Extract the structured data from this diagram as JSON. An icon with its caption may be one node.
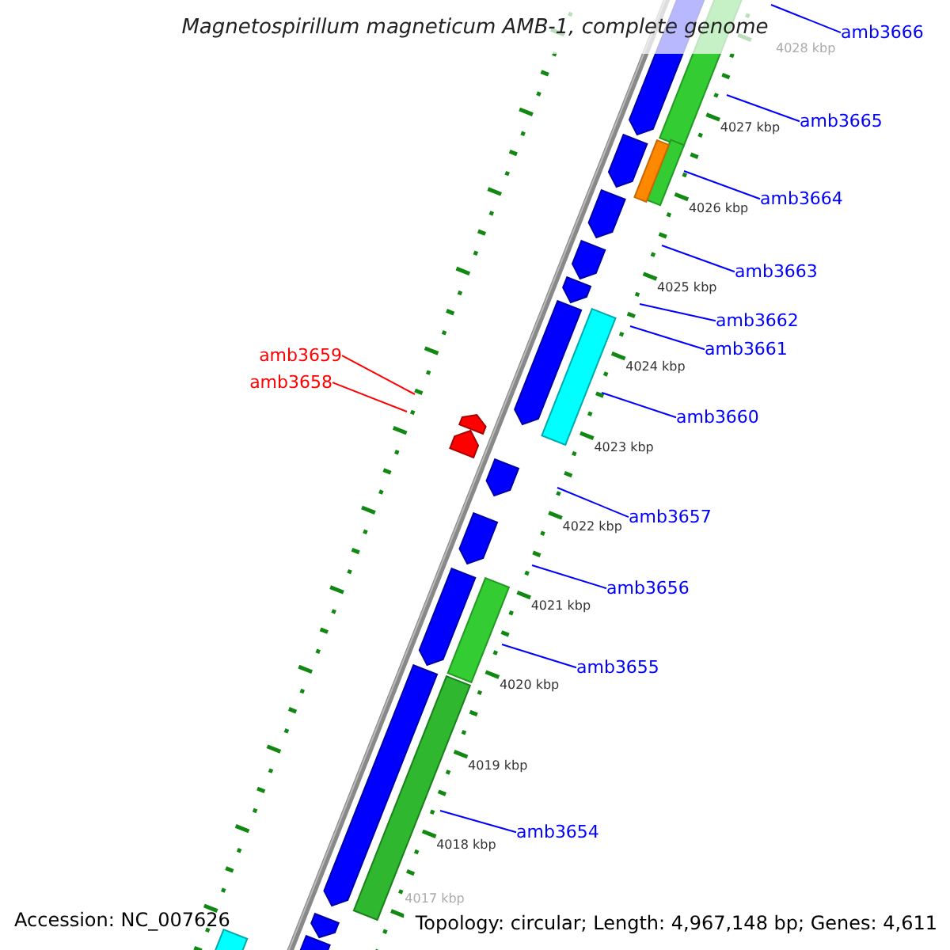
{
  "diagram": {
    "title": "Magnetospirillum magneticum AMB-1, complete genome",
    "nodes": [
      {
        "text": [
          "amb3666"
        ]
      },
      {
        "text": [
          "amb3665"
        ]
      },
      {
        "text": [
          "amb3664"
        ]
      },
      {
        "text": [
          "amb3663"
        ]
      },
      {
        "text": [
          "amb3662"
        ]
      },
      {
        "text": [
          "amb3661"
        ]
      },
      {
        "text": [
          "amb3659"
        ]
      },
      {
        "text": [
          "amb3658"
        ]
      },
      {
        "text": [
          "amb3660"
        ]
      },
      {
        "text": [
          "amb3657"
        ]
      },
      {
        "text": [
          "amb3656"
        ]
      },
      {
        "text": [
          "amb3655"
        ]
      },
      {
        "text": [
          "amb3654"
        ]
      }
    ],
    "edges": [
      {
        "from": 0,
        "to": null,
        "arrow": "none"
      },
      {
        "from": 1,
        "to": null,
        "arrow": "none"
      },
      {
        "from": 2,
        "to": null,
        "arrow": "none"
      },
      {
        "from": 3,
        "to": null,
        "arrow": "none"
      },
      {
        "from": 4,
        "to": null,
        "arrow": "none"
      },
      {
        "from": 5,
        "to": null,
        "arrow": "none"
      },
      {
        "from": 6,
        "to": null,
        "arrow": "none",
        "color": "#ff0000"
      },
      {
        "from": 7,
        "to": null,
        "arrow": "none",
        "color": "#ff0000"
      },
      {
        "from": 8,
        "to": null,
        "arrow": "none"
      },
      {
        "from": 9,
        "to": null,
        "arrow": "none"
      },
      {
        "from": 10,
        "to": null,
        "arrow": "none"
      },
      {
        "from": 11,
        "to": null,
        "arrow": "none"
      },
      {
        "from": 12,
        "to": null,
        "arrow": "none"
      }
    ],
    "labels": [
      "4028 kbp",
      "4027 kbp",
      "4026 kbp",
      "4025 kbp",
      "4024 kbp",
      "4023 kbp",
      "4022 kbp",
      "4021 kbp",
      "4020 kbp",
      "4019 kbp",
      "4018 kbp",
      "4017 kbp",
      "Accession: NC_007626",
      "Topology: circular; Length: 4,967,148 bp; Genes: 4,611"
    ]
  }
}
